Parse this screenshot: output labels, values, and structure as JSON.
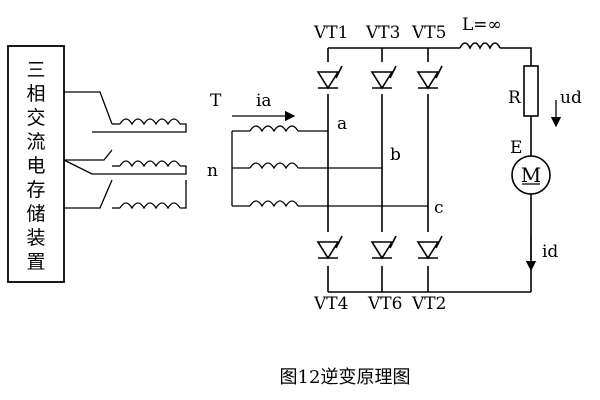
{
  "source": {
    "chars": [
      "三",
      "相",
      "交",
      "流",
      "电",
      "存",
      "储",
      "装",
      "置"
    ]
  },
  "transformer": {
    "label": "T",
    "current_label": "ia",
    "neutral_label": "n"
  },
  "phases": {
    "a": "a",
    "b": "b",
    "c": "c"
  },
  "thyristors": {
    "top": [
      "VT1",
      "VT3",
      "VT5"
    ],
    "bottom": [
      "VT4",
      "VT6",
      "VT2"
    ]
  },
  "inductor": {
    "label": "L=∞"
  },
  "resistor": {
    "label": "R"
  },
  "voltage": {
    "label": "ud"
  },
  "motor": {
    "emf_label": "E",
    "symbol": "M"
  },
  "dc_current": {
    "label": "id"
  },
  "caption": "图12逆变原理图"
}
